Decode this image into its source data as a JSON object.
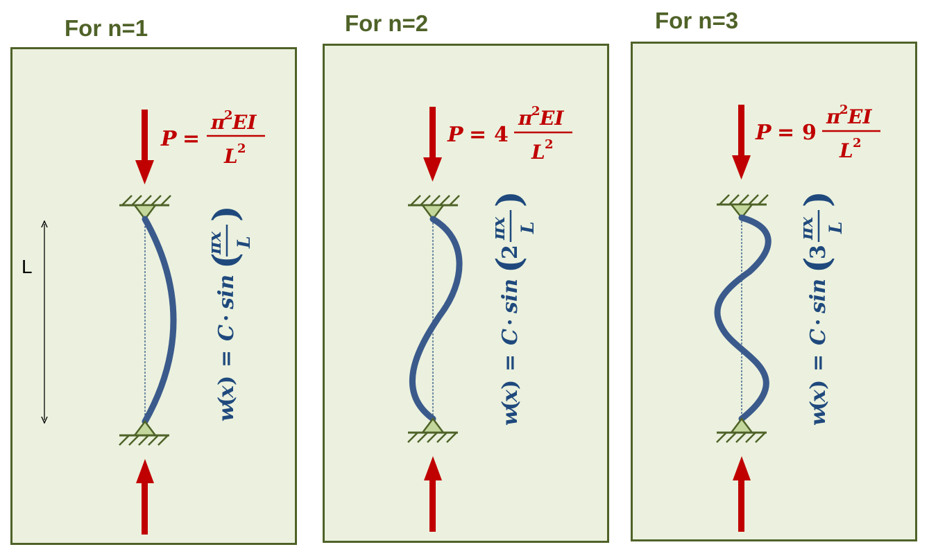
{
  "panels": [
    {
      "title": "For n=1",
      "load": {
        "lhs": "P",
        "eq": "=",
        "coef": "",
        "num_pi": "π",
        "num_exp": "2",
        "num_rest": "EI",
        "den": "L",
        "den_exp": "2"
      },
      "shape": {
        "lhs": "w",
        "arg": "x",
        "eq": "=",
        "c": "C",
        "dot": "·",
        "fn": "sin",
        "coef": "",
        "num": "πx",
        "den": "L"
      }
    },
    {
      "title": "For n=2",
      "load": {
        "lhs": "P",
        "eq": "=",
        "coef": "4",
        "num_pi": "π",
        "num_exp": "2",
        "num_rest": "EI",
        "den": "L",
        "den_exp": "2"
      },
      "shape": {
        "lhs": "w",
        "arg": "x",
        "eq": "=",
        "c": "C",
        "dot": "·",
        "fn": "sin",
        "coef": "2",
        "num": "πx",
        "den": "L"
      }
    },
    {
      "title": "For n=3",
      "load": {
        "lhs": "P",
        "eq": "=",
        "coef": "9",
        "num_pi": "π",
        "num_exp": "2",
        "num_rest": "EI",
        "den": "L",
        "den_exp": "2"
      },
      "shape": {
        "lhs": "w",
        "arg": "x",
        "eq": "=",
        "c": "C",
        "dot": "·",
        "fn": "sin",
        "coef": "3",
        "num": "πx",
        "den": "L"
      }
    }
  ],
  "length_label": "L",
  "colors": {
    "title": "#4f6228",
    "panel_bg": "#ebf1de",
    "panel_border": "#4f6228",
    "load": "#c00000",
    "beam": "#3b5a8c",
    "equation": "#1f497d",
    "support": "#4f6228",
    "support_fill": "#c3d69b"
  }
}
